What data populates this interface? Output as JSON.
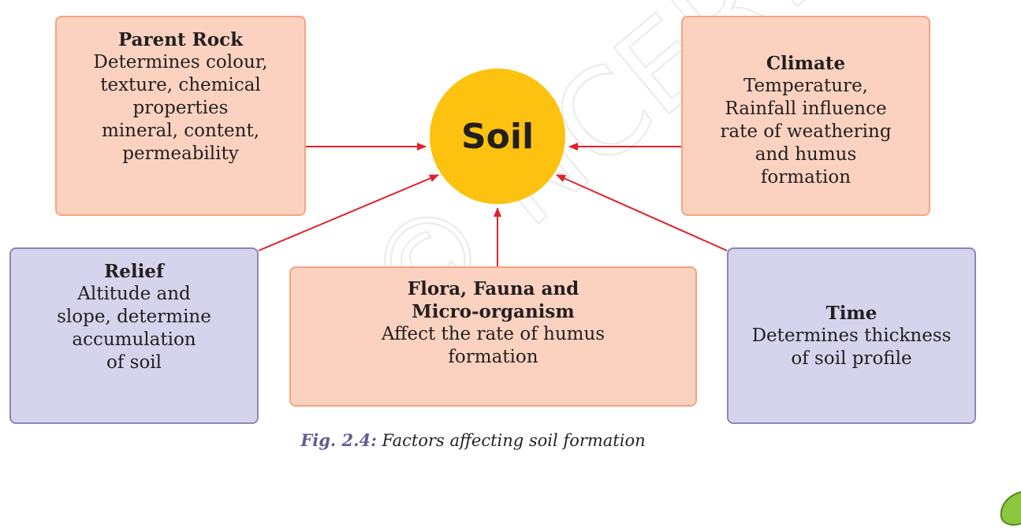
{
  "center": {
    "label": "Soil"
  },
  "factors": {
    "parent_rock": {
      "title": "Parent Rock",
      "lines": [
        "Determines colour,",
        "texture, chemical",
        "properties",
        "mineral, content,",
        "permeability"
      ]
    },
    "climate": {
      "title": "Climate",
      "lines": [
        "Temperature,",
        "Rainfall influence",
        "rate of weathering",
        "and humus",
        "formation"
      ]
    },
    "relief": {
      "title": "Relief",
      "lines": [
        "Altitude and",
        "slope, determine",
        "accumulation",
        "of soil"
      ]
    },
    "flora": {
      "title_lines": [
        "Flora, Fauna and",
        "Micro-organism"
      ],
      "lines": [
        "Affect the rate of humus",
        "formation"
      ]
    },
    "time": {
      "title": "Time",
      "lines": [
        "Determines thickness",
        "of soil profile"
      ]
    }
  },
  "caption": {
    "figure_label": "Fig. 2.4:",
    "text": " Factors affecting soil formation"
  },
  "watermark": {
    "text": "© NCERT not to be republished"
  },
  "colors": {
    "factor_orange": "#fbd2bf",
    "factor_orange_border": "#f2a47f",
    "factor_purple": "#d6d3ec",
    "factor_purple_border": "#8c86bc",
    "soil_yellow": "#fcc20f",
    "arrow_red": "#e1212a",
    "caption_label": "#5f5d92"
  }
}
